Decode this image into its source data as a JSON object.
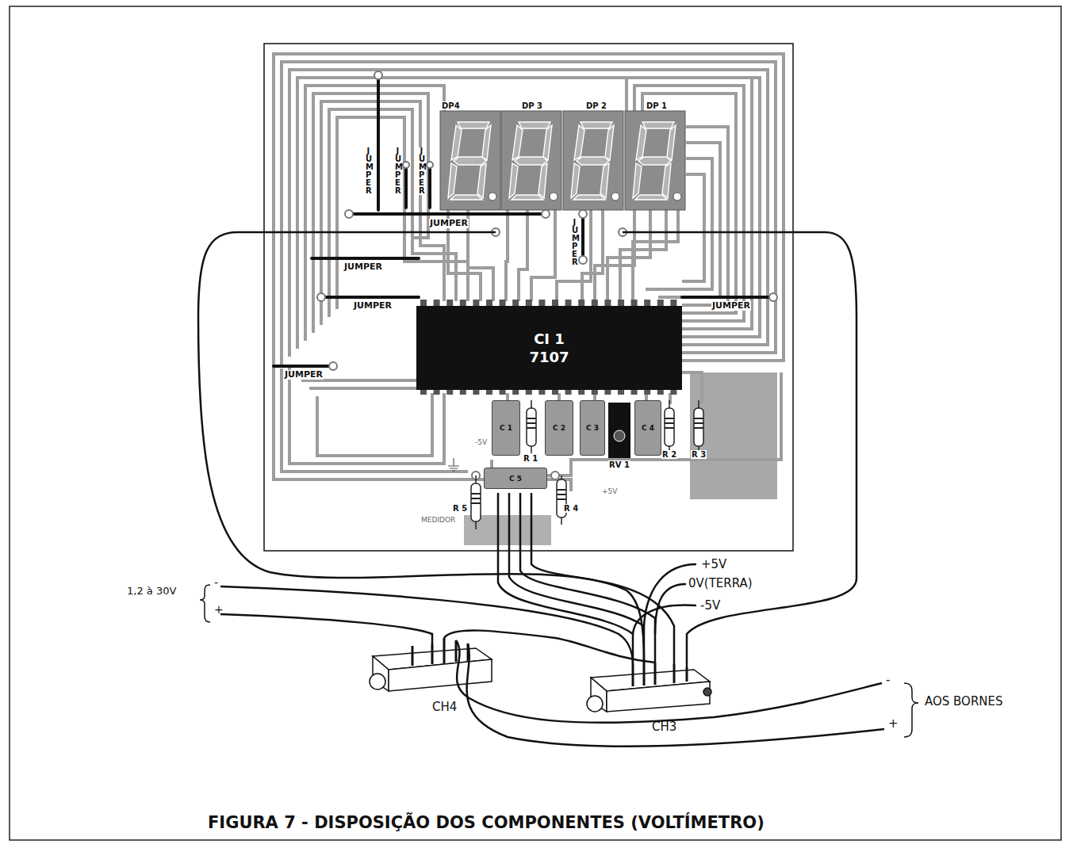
{
  "diagram": {
    "caption": "FIGURA 7 - DISPOSIÇÃO DOS COMPONENTES (VOLTÍMETRO)",
    "nodes": [
      {
        "text": [
          "CI 1",
          "7107"
        ]
      },
      {
        "text": [
          "C 1"
        ]
      },
      {
        "text": [
          "C 2"
        ]
      },
      {
        "text": [
          "C 3"
        ]
      },
      {
        "text": [
          "C 4"
        ]
      },
      {
        "text": [
          "C 5"
        ]
      }
    ],
    "labels": [
      "DP4",
      "DP 3",
      "DP 2",
      "DP 1",
      "JUMPER",
      "JUMPER",
      "JUMPER",
      "JUMPER",
      "JUMPER",
      "JUMPER",
      "JUMPER",
      "JUMPER",
      "JUMPER",
      "R 1",
      "-5V",
      "RV 1",
      "R 2",
      "R 3",
      "R 5",
      "MEDIDOR",
      "R 4",
      "+5V",
      "+5V",
      "0V(TERRA)",
      "-5V",
      "1,2 à 30V",
      "-",
      "+",
      "CH4",
      "CH3",
      "-",
      "+",
      "AOS BORNES"
    ]
  }
}
